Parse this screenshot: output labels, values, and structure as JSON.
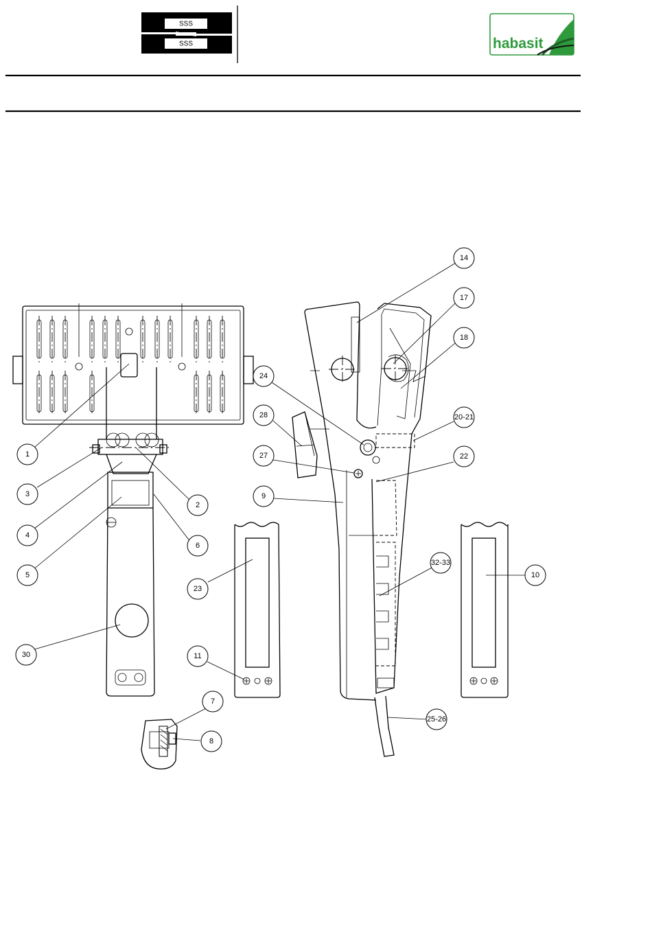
{
  "header": {
    "logo_icon": "belt-splice-symbol-icon",
    "logo_symbol_top": "SSS",
    "logo_symbol_bottom": "SSS",
    "brand_name": "habasit",
    "brand_color": "#2e9a3c"
  },
  "diagram": {
    "callouts": [
      {
        "id": "c1",
        "label": "1"
      },
      {
        "id": "c2",
        "label": "2"
      },
      {
        "id": "c3",
        "label": "3"
      },
      {
        "id": "c4",
        "label": "4"
      },
      {
        "id": "c5",
        "label": "5"
      },
      {
        "id": "c6",
        "label": "6"
      },
      {
        "id": "c7",
        "label": "7"
      },
      {
        "id": "c8",
        "label": "8"
      },
      {
        "id": "c9",
        "label": "9"
      },
      {
        "id": "c10",
        "label": "10"
      },
      {
        "id": "c11",
        "label": "11"
      },
      {
        "id": "c14",
        "label": "14"
      },
      {
        "id": "c17",
        "label": "17"
      },
      {
        "id": "c18",
        "label": "18"
      },
      {
        "id": "c20",
        "label": "20-21"
      },
      {
        "id": "c22",
        "label": "22"
      },
      {
        "id": "c23",
        "label": "23"
      },
      {
        "id": "c24",
        "label": "24"
      },
      {
        "id": "c25",
        "label": "25-26"
      },
      {
        "id": "c27",
        "label": "27"
      },
      {
        "id": "c28",
        "label": "28"
      },
      {
        "id": "c30",
        "label": "30"
      },
      {
        "id": "c32",
        "label": "32-33"
      }
    ]
  }
}
